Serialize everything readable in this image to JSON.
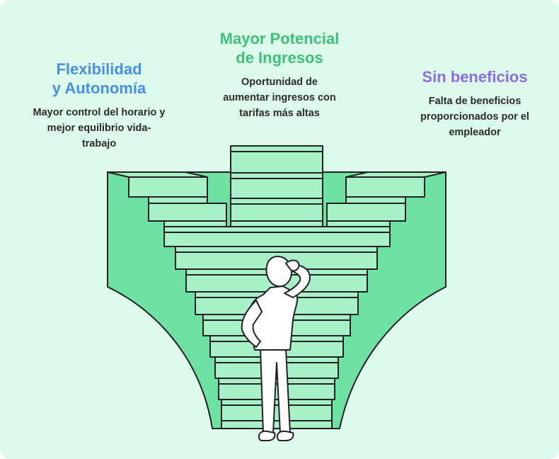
{
  "left": {
    "title_line1": "Flexibilidad",
    "title_line2": "y Autonomía",
    "desc_line1": "Mayor control del horario y",
    "desc_line2": "mejor equilibrio vida-",
    "desc_line3": "trabajo",
    "color": "#4a8fe7"
  },
  "middle": {
    "title_line1": "Mayor Potencial",
    "title_line2": "de Ingresos",
    "desc_line1": "Oportunidad de",
    "desc_line2": "aumentar ingresos con",
    "desc_line3": "tarifas más altas",
    "color": "#3fc07a"
  },
  "right": {
    "title_line1": "Sin beneficios",
    "desc_line1": "Falta de beneficios",
    "desc_line2": "proporcionados por el",
    "desc_line3": "empleador",
    "color": "#8b6cf0"
  },
  "illustration": {
    "icons": [
      "staircase-illustration",
      "thinking-person-icon"
    ],
    "background": "#ddfbec",
    "stair_fill": "#a8f0c8",
    "body_fill": "#6de2a2"
  }
}
